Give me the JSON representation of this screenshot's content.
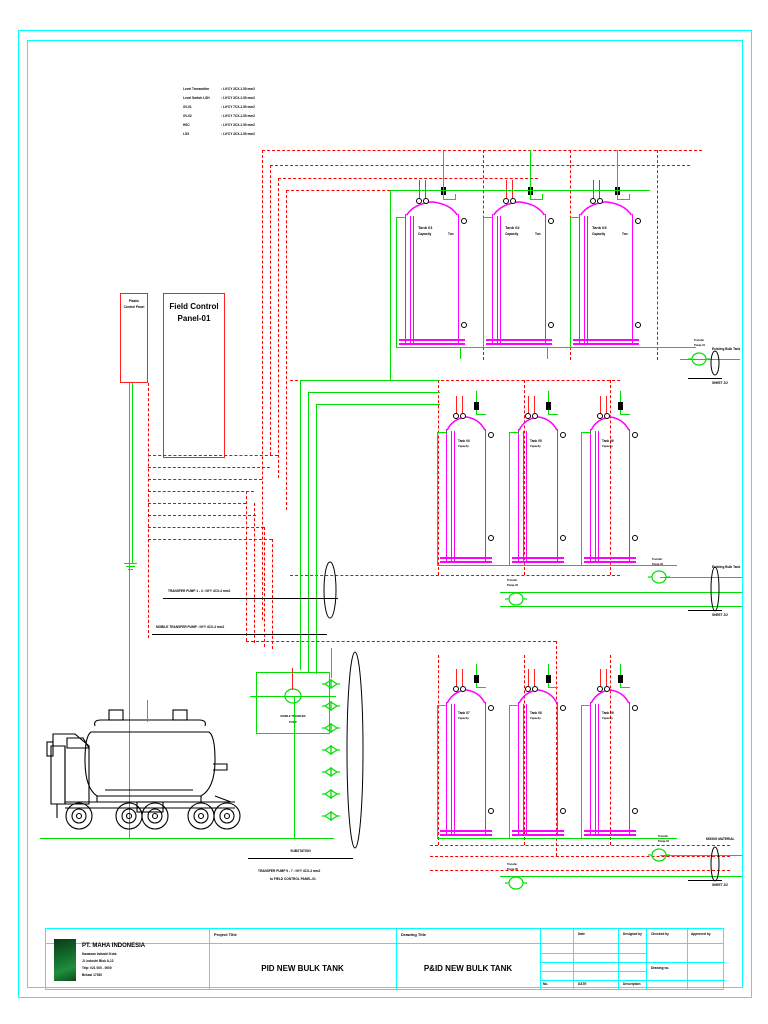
{
  "document": {
    "sheet_border_color": "#00ffff",
    "pipe_color": "#00e000",
    "signal_color": "#ff0000",
    "vessel_color": "#ff00ff"
  },
  "legend": {
    "rows": [
      {
        "label": "Level Transmitter",
        "value": ": LIYCY 3CX-1.50 mm2"
      },
      {
        "label": "Level Switch LSH",
        "value": ": LIYCY 3CX-1.50 mm2"
      },
      {
        "label": "XV-01",
        "value": ": LIYCY 7CX-1.50 mm2"
      },
      {
        "label": "XV-02",
        "value": ": LIYCY 7CX-1.50 mm2"
      },
      {
        "label": "HSC",
        "value": ": LIYCY 3CX-1.50 mm2"
      },
      {
        "label": "LSX",
        "value": ": LIYCY 4CX-1.50 mm2"
      }
    ]
  },
  "panels": {
    "plastic_panel": {
      "line1": "Plastic",
      "line2": "Control Panel"
    },
    "field_panel": {
      "line1": "Field Control",
      "line2": "Panel-01"
    }
  },
  "cable_labels": {
    "transfer_pump_1_4": "TRANSFER PUMP 1 - 4 : NYY 4CX-4 mm2",
    "mobile_transfer_pump": "MOBILE TRANSFER PUMP : NYY 4CX-4 mm2",
    "bottom_bus": "SUBSTATION",
    "bottom_note_1": "TRANSFER PUMP 5 - 7 : NYY 4CX-4 mm2",
    "bottom_note_2": "to FIELD CONTROL PANEL-01"
  },
  "equipment": {
    "mobile_pump_label_1": "MOBILE TRANSFER",
    "mobile_pump_label_2": "PUMP"
  },
  "tanks": {
    "rows": [
      {
        "row_id": "row-1",
        "items": [
          {
            "name": "Tank 01",
            "capacity": "Capacity",
            "unit": "Ton"
          },
          {
            "name": "Tank 02",
            "capacity": "Capacity",
            "unit": "Ton"
          },
          {
            "name": "Tank 03",
            "capacity": "Capacity",
            "unit": "Ton"
          }
        ]
      },
      {
        "row_id": "row-2",
        "items": [
          {
            "name": "Tank 04",
            "capacity": "Capacity",
            "unit": "Ton"
          },
          {
            "name": "Tank 05",
            "capacity": "Capacity",
            "unit": "Ton"
          },
          {
            "name": "Tank 06",
            "capacity": "Capacity",
            "unit": "Ton"
          }
        ]
      },
      {
        "row_id": "row-3",
        "items": [
          {
            "name": "Tank 07",
            "capacity": "Capacity",
            "unit": "Ton"
          },
          {
            "name": "Tank 08",
            "capacity": "Capacity",
            "unit": "Ton"
          },
          {
            "name": "Tank 09",
            "capacity": "Capacity",
            "unit": "Ton"
          }
        ]
      }
    ]
  },
  "pumps": {
    "p1": "Transfer\nPump-01",
    "p2": "Transfer\nPump-02",
    "p3": "Transfer\nPump-03",
    "p4": "Transfer\nPump-04"
  },
  "destinations": {
    "d1_title": "Existing Bulk Tank",
    "d1_ref": "SHEET 2/2",
    "d2_title": "Existing Bulk Tank",
    "d2_ref": "SHEET 2/2",
    "d3_title": "MIXING MATERIAL",
    "d3_ref": "SHEET 2/2"
  },
  "title_block": {
    "company_name": "PT. MAHA INDONESIA",
    "company_addr_1": "Kawasan Industri Kota",
    "company_addr_2": "Jl. Industri Blok A-12",
    "company_addr_3": "Telp: 021 000 - 0000",
    "company_addr_4": "Bekasi 17530",
    "project_title_label": "Project Title",
    "project_title_value": "PID NEW BULK TANK",
    "drawing_title_label": "Drawing Title",
    "drawing_title_value": "P&ID NEW BULK TANK",
    "date_label": "Date",
    "designed_by_label": "Designed by",
    "checked_by_label": "Checked by",
    "approved_by_label": "Approved by",
    "drawing_no_label": "Drawing no.",
    "rev_label": "No.",
    "rev_date_label": "DATE",
    "rev_desc_label": "Description"
  }
}
